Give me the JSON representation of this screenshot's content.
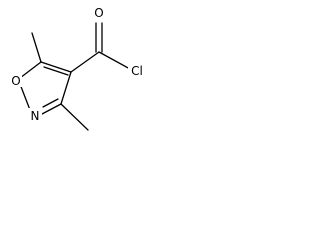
{
  "molecule": {
    "atoms": {
      "ring_oxygen": "O",
      "ring_nitrogen": "N",
      "carbonyl_oxygen": "O",
      "chlorine": "Cl"
    }
  }
}
